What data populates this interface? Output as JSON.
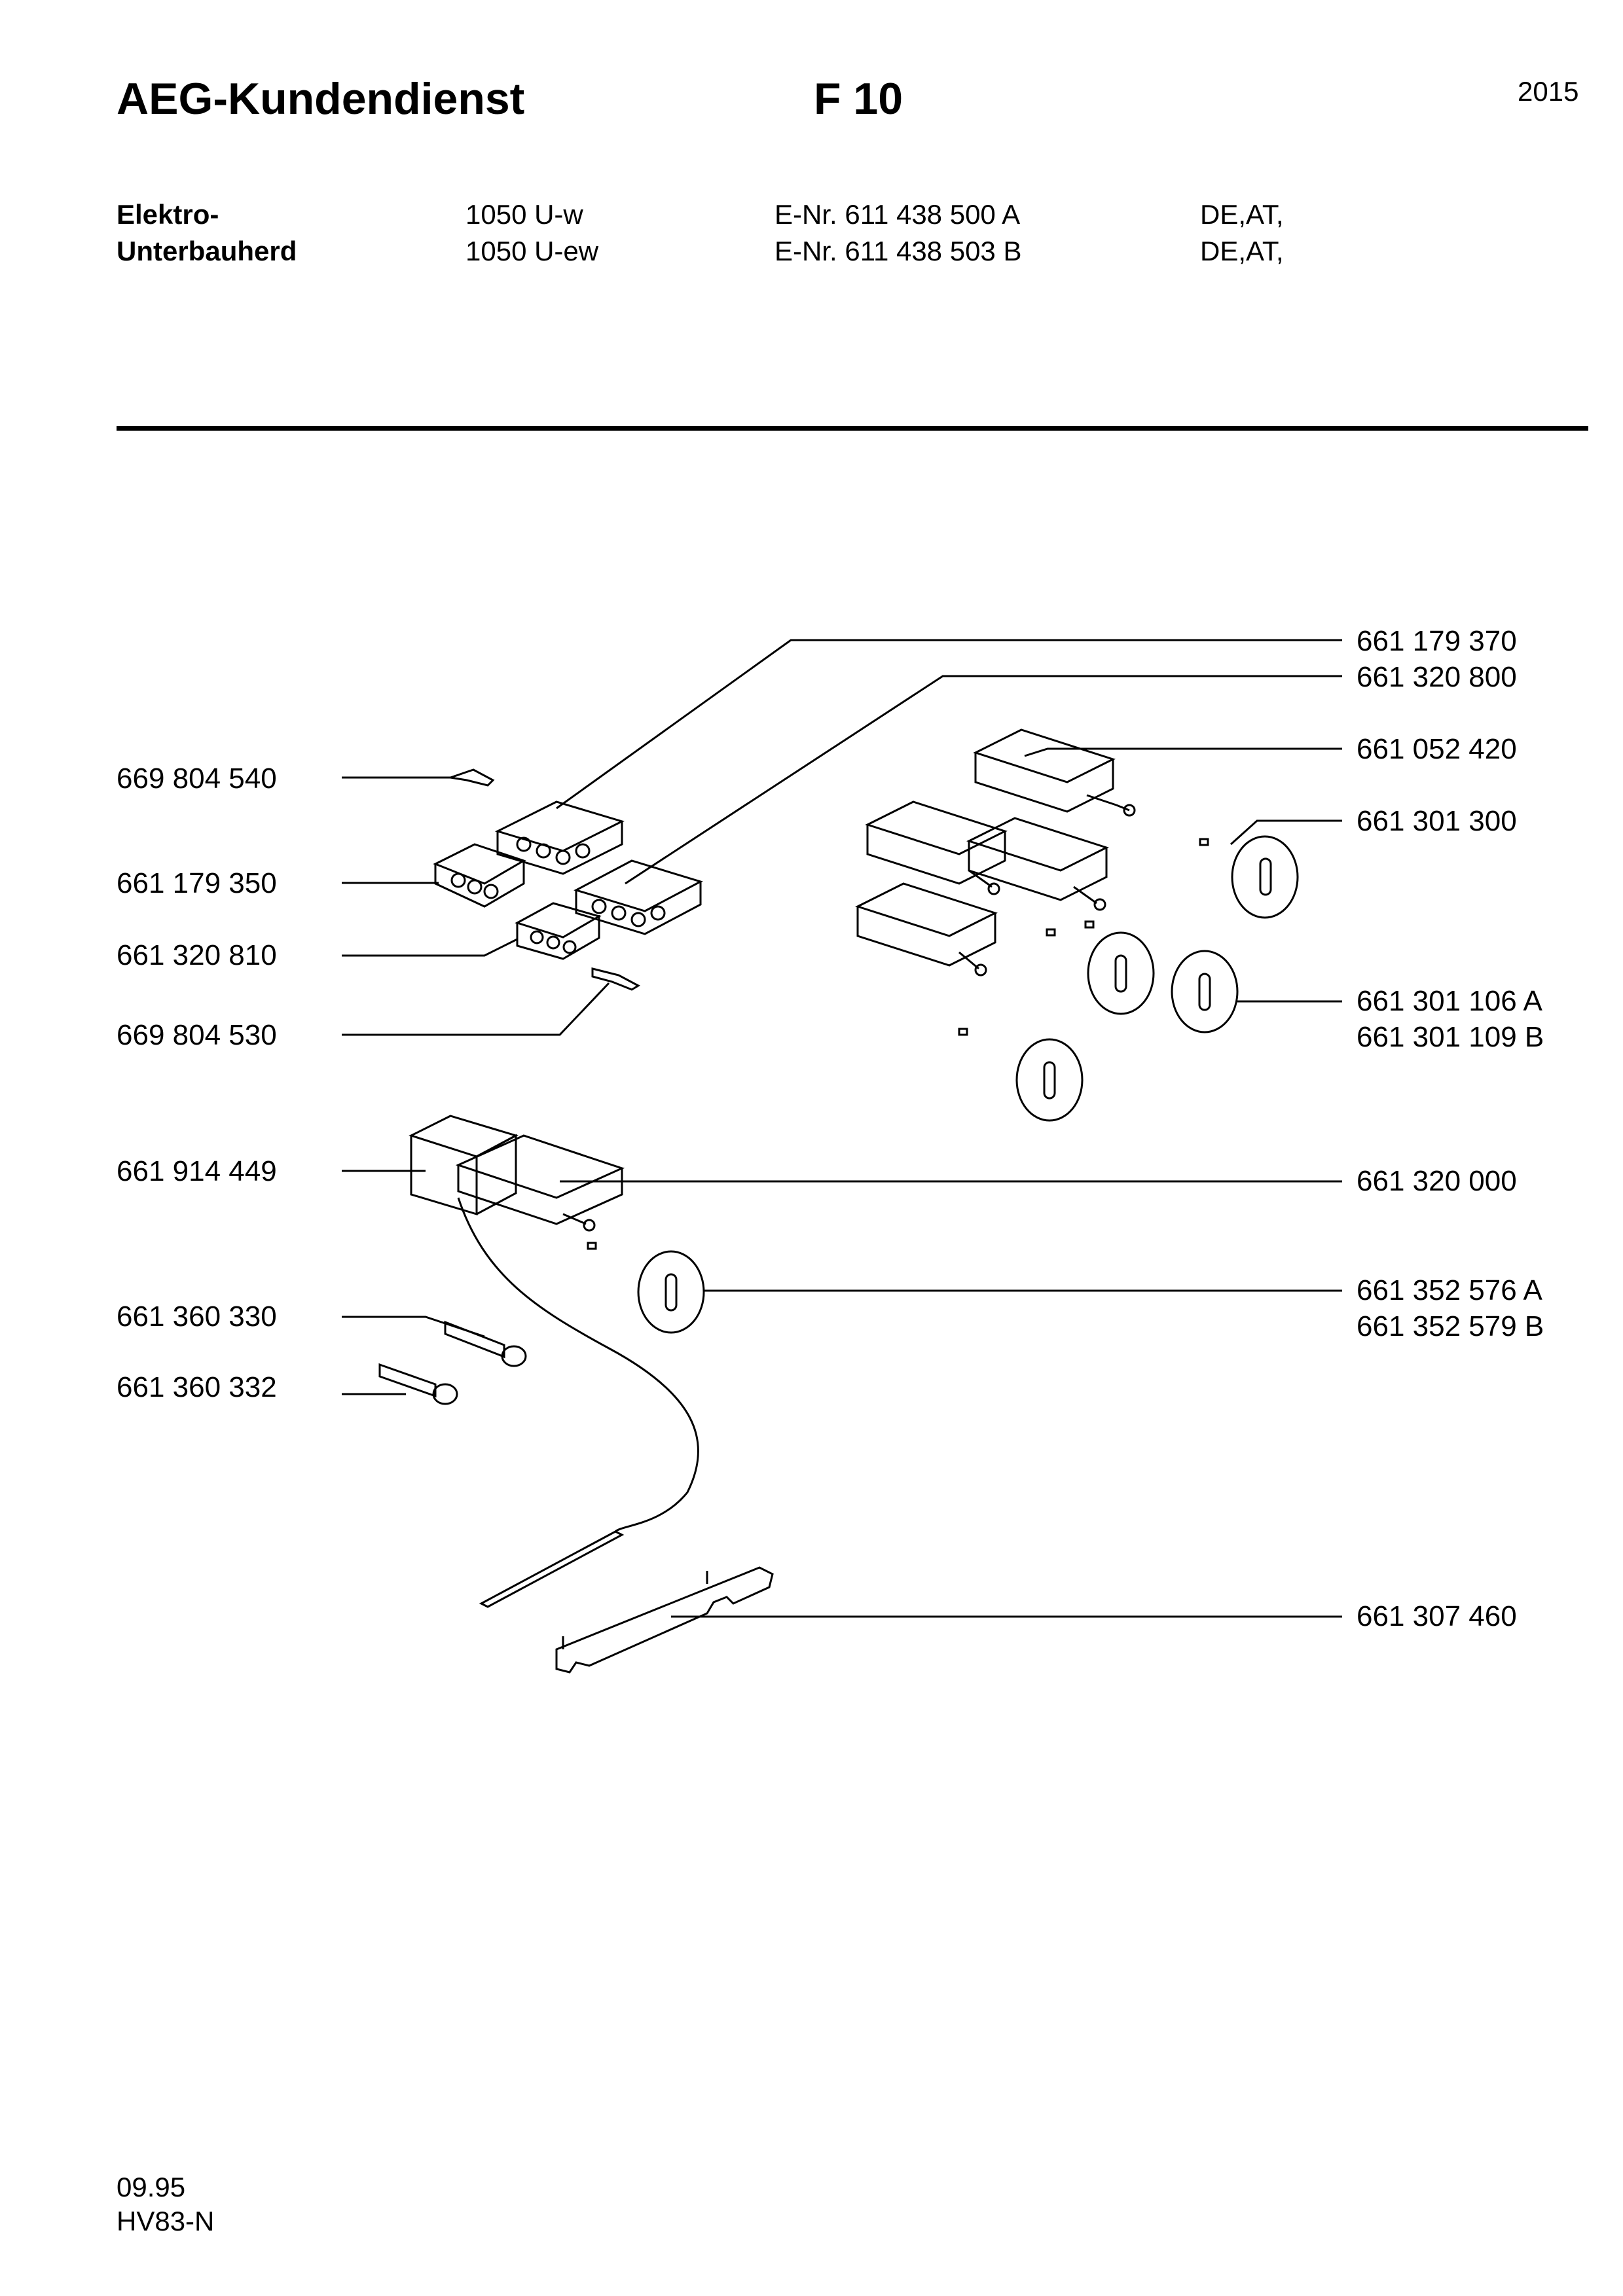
{
  "header": {
    "brand": "AEG-Kundendienst",
    "code": "F 10",
    "year": "2015",
    "rows": [
      {
        "category": "Elektro-",
        "model": "1050 U-w",
        "enr": "E-Nr. 611 438 500 A",
        "countries": "DE,AT,"
      },
      {
        "category": "Unterbauherd",
        "model": "1050 U-ew",
        "enr": "E-Nr. 611 438 503 B",
        "countries": "DE,AT,"
      }
    ]
  },
  "parts_left": [
    "669 804 540",
    "661 179 350",
    "661 320 810",
    "669 804 530",
    "661 914 449",
    "661 360 330",
    "661 360 332"
  ],
  "parts_right": [
    "661 179 370",
    "661 320 800",
    "661 052 420",
    "661 301 300",
    "661 301 106 A",
    "661 301 109 B",
    "661 320 000",
    "661 352 576 A",
    "661 352 579 B",
    "661 307 460"
  ],
  "footer": {
    "date": "09.95",
    "ref": "HV83-N"
  }
}
